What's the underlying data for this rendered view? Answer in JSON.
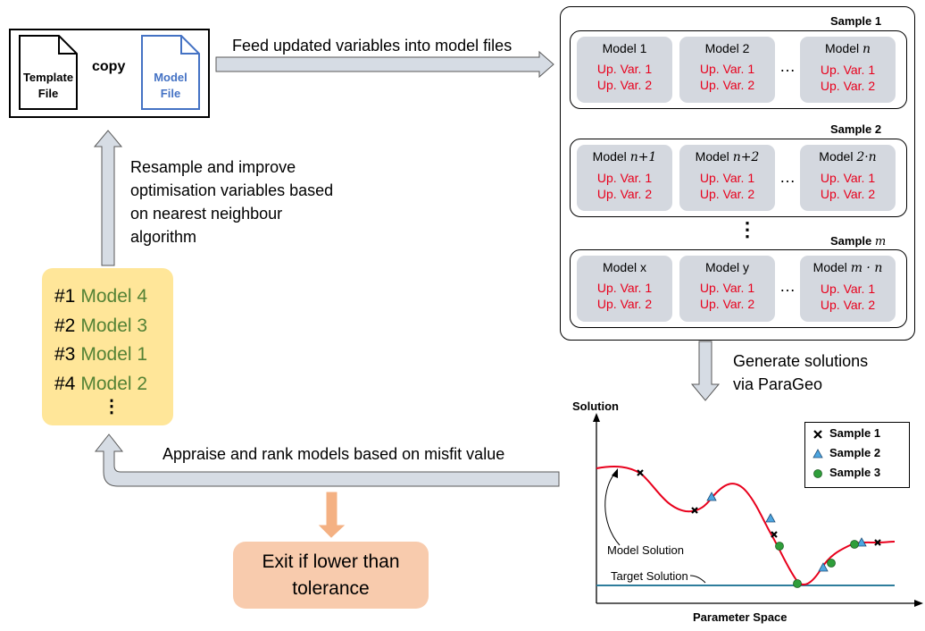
{
  "template_block": {
    "template_file": [
      "Template",
      "File"
    ],
    "copy_label": "copy",
    "model_file": [
      "Model",
      "File"
    ]
  },
  "arrows": {
    "feed": "Feed updated variables into model files",
    "resample": [
      "Resample and improve",
      "optimisation variables based",
      "on nearest neighbour",
      "algorithm"
    ],
    "generate": [
      "Generate solutions",
      "via ParaGeo"
    ],
    "appraise": "Appraise and rank models based on misfit value"
  },
  "samples": [
    {
      "title_text": "Sample 1",
      "title_math": "",
      "models": [
        {
          "name": "Model 1",
          "math": "",
          "vars": [
            "Up. Var. 1",
            "Up. Var. 2"
          ]
        },
        {
          "name": "Model 2",
          "math": "",
          "vars": [
            "Up. Var. 1",
            "Up. Var. 2"
          ]
        },
        {
          "name": "Model ",
          "math": "n",
          "vars": [
            "Up. Var. 1",
            "Up. Var. 2"
          ]
        }
      ]
    },
    {
      "title_text": "Sample 2",
      "title_math": "",
      "models": [
        {
          "name": "Model ",
          "math": "n+1",
          "vars": [
            "Up. Var. 1",
            "Up. Var. 2"
          ]
        },
        {
          "name": "Model ",
          "math": "n+2",
          "vars": [
            "Up. Var. 1",
            "Up. Var. 2"
          ]
        },
        {
          "name": "Model ",
          "math": "2·n",
          "vars": [
            "Up. Var. 1",
            "Up. Var. 2"
          ]
        }
      ]
    },
    {
      "title_text": "Sample ",
      "title_math": "m",
      "models": [
        {
          "name": "Model x",
          "math": "",
          "vars": [
            "Up. Var. 1",
            "Up. Var. 2"
          ]
        },
        {
          "name": "Model y",
          "math": "",
          "vars": [
            "Up. Var. 1",
            "Up. Var. 2"
          ]
        },
        {
          "name": "Model ",
          "math": "m · n",
          "vars": [
            "Up. Var. 1",
            "Up. Var. 2"
          ]
        }
      ]
    }
  ],
  "ellipsis_h": "…",
  "ellipsis_v": "⋮",
  "ranking": [
    {
      "rank": "#1",
      "model": "Model 4"
    },
    {
      "rank": "#2",
      "model": "Model 3"
    },
    {
      "rank": "#3",
      "model": "Model 1"
    },
    {
      "rank": "#4",
      "model": "Model 2"
    }
  ],
  "exit": [
    "Exit if lower than",
    "tolerance"
  ],
  "plot": {
    "ylabel": "Solution",
    "xlabel": "Parameter Space",
    "model_solution": "Model Solution",
    "target_solution": "Target Solution",
    "legend": [
      "Sample 1",
      "Sample 2",
      "Sample 3"
    ]
  },
  "colors": {
    "sample1": "#000000",
    "sample2": "#4da6e0",
    "sample3": "#2e9e3a",
    "curve": "#e8001c",
    "target_line": "#2e7d9c",
    "model_file": "#4472c4",
    "var_text": "#e8001c",
    "rank_model": "#548235",
    "rank_bg": "#ffe699",
    "exit_bg": "#f8cbad",
    "card_bg": "#d4d8df"
  }
}
